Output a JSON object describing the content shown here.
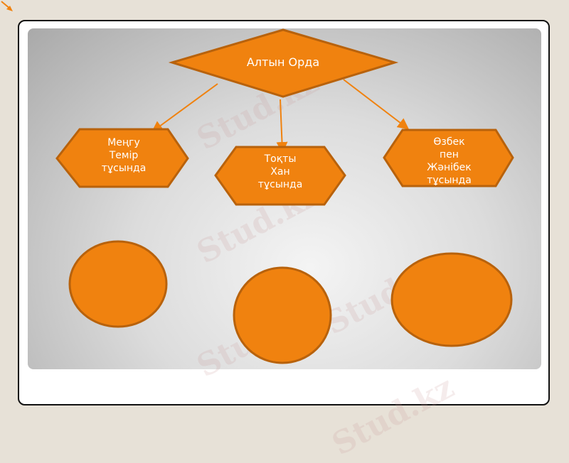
{
  "slide": {
    "root": {
      "label": "Алтын Орда",
      "shape": "diamond"
    },
    "children": [
      {
        "label_lines": [
          "Меңгу",
          "Темір",
          "тұсында"
        ],
        "shape": "hexagon"
      },
      {
        "label_lines": [
          "Тоқты",
          "Хан",
          "тұсында"
        ],
        "shape": "hexagon"
      },
      {
        "label_lines": [
          "Өзбек",
          "пен",
          "Жәнібек",
          "тұсында"
        ],
        "shape": "hexagon"
      }
    ],
    "circles": [
      {
        "label": ""
      },
      {
        "label": ""
      },
      {
        "label": ""
      }
    ],
    "colors": {
      "shape_fill": "#f0820f",
      "shape_stroke": "#b8620c",
      "arrow": "#f0820f",
      "text": "#ffffff"
    }
  },
  "watermark": {
    "text": "Stud.kz"
  }
}
